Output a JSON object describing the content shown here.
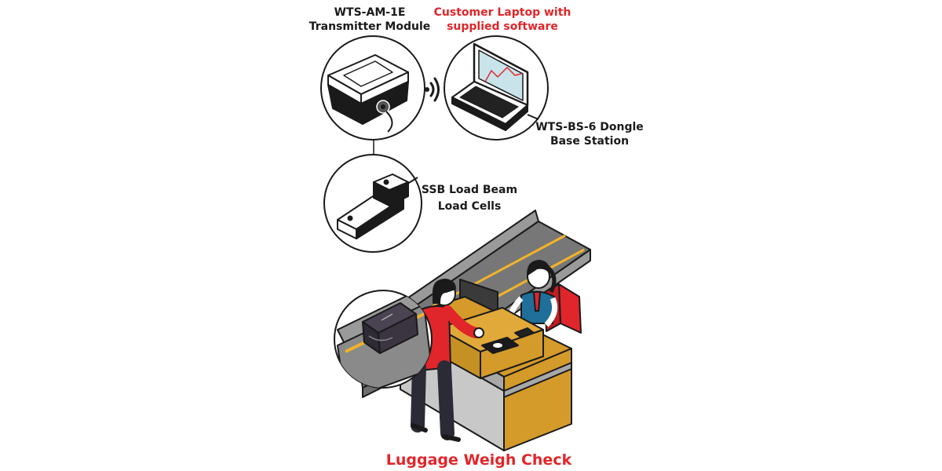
{
  "labels": {
    "transmitter": [
      "WTS-AM-1E",
      "Transmitter Module"
    ],
    "laptop": [
      "Customer Laptop with",
      "supplied software"
    ],
    "dongle": [
      "WTS-BS-6 Dongle",
      "Base Station"
    ],
    "loadcell": [
      "SSB Load Beam",
      "Load Cells"
    ],
    "title": "Luggage Weigh Check"
  },
  "colors": {
    "accent_red": "#e0262a",
    "counter_gold": "#d49a2a",
    "conveyor_gray": "#8a8a8a",
    "outline": "#1a1a1a",
    "screen_blue": "#c9e3ea",
    "vest_blue": "#1f6f9a"
  },
  "icons": {
    "wireless": "wireless-signal-icon",
    "transmitter": "transmitter-module-icon",
    "laptop": "laptop-icon",
    "loadcell": "load-cell-icon",
    "luggage": "suitcase-icon"
  }
}
